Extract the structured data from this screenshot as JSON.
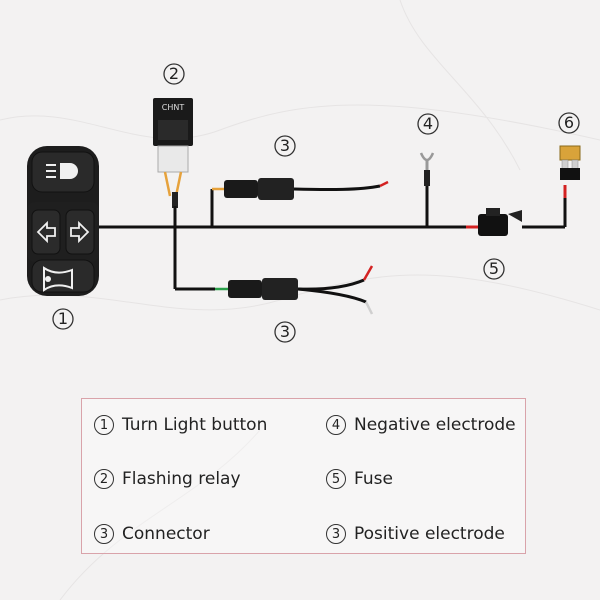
{
  "callouts": {
    "switch": "1",
    "relay": "2",
    "connector_top": "3",
    "connector_bottom": "3",
    "negative": "4",
    "fuse": "5",
    "positive": "6"
  },
  "relay_label": "CHNT",
  "legend": {
    "items": [
      {
        "num": "1",
        "label": "Turn Light button"
      },
      {
        "num": "4",
        "label": "Negative electrode"
      },
      {
        "num": "2",
        "label": "Flashing relay"
      },
      {
        "num": "5",
        "label": "Fuse"
      },
      {
        "num": "3",
        "label": "Connector"
      },
      {
        "num": "3",
        "label": "Positive electrode"
      }
    ]
  },
  "colors": {
    "wire": "#111111",
    "red_wire": "#d32222",
    "legend_border": "#d9a3aa",
    "background": "#f3f2f2"
  }
}
